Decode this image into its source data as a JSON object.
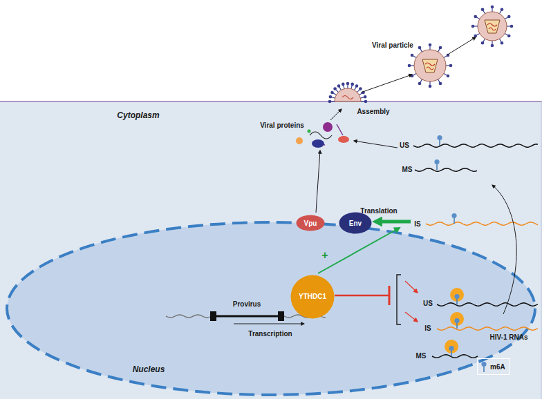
{
  "diagram": {
    "nodes": [
      {
        "text": [
          "Vpu"
        ]
      },
      {
        "text": [
          "Env"
        ]
      },
      {
        "text": [
          "YTHDC1"
        ]
      }
    ],
    "labels": [
      "Viral particle",
      "Assembly",
      "Cytoplasm",
      "Viral proteins",
      "US",
      "MS",
      "Translation",
      "IS",
      "+",
      "Provirus",
      "Transcription",
      "US",
      "IS",
      "HIV-1 RNAs",
      "Nucleus",
      "MS"
    ],
    "legend": [
      {
        "text": "m6A"
      }
    ]
  }
}
